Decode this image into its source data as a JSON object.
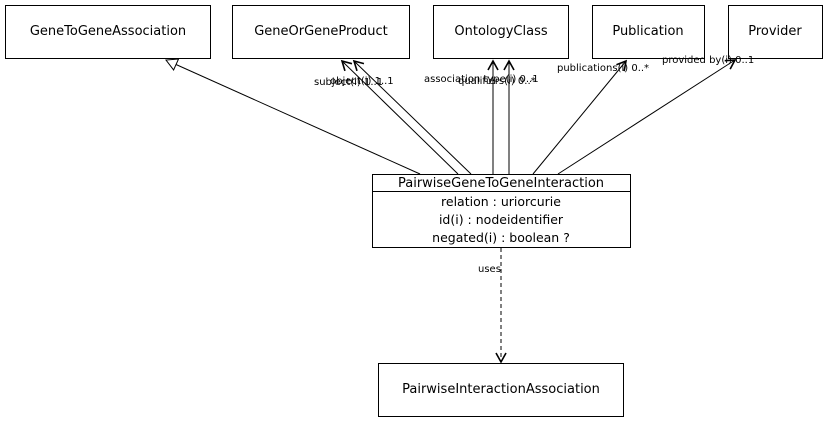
{
  "classes": {
    "gene_to_gene_association": "GeneToGeneAssociation",
    "gene_or_gene_product": "GeneOrGeneProduct",
    "ontology_class": "OntologyClass",
    "publication": "Publication",
    "provider": "Provider",
    "pairwise_gene_to_gene_interaction": "PairwiseGeneToGeneInteraction",
    "pairwise_interaction_association": "PairwiseInteractionAssociation"
  },
  "attributes": [
    "relation : uriorcurie",
    "id(i) : nodeidentifier",
    "negated(i) : boolean ?"
  ],
  "edge_labels": {
    "subject": "subject(i) 1..1",
    "object": "object(i) 1..1",
    "association_type": "association type(i) 0..1",
    "qualifiers": "qualifiers(i) 0..*",
    "publications": "publications(i) 0..*",
    "provided_by": "provided by(i) 0..1",
    "uses": "uses"
  }
}
